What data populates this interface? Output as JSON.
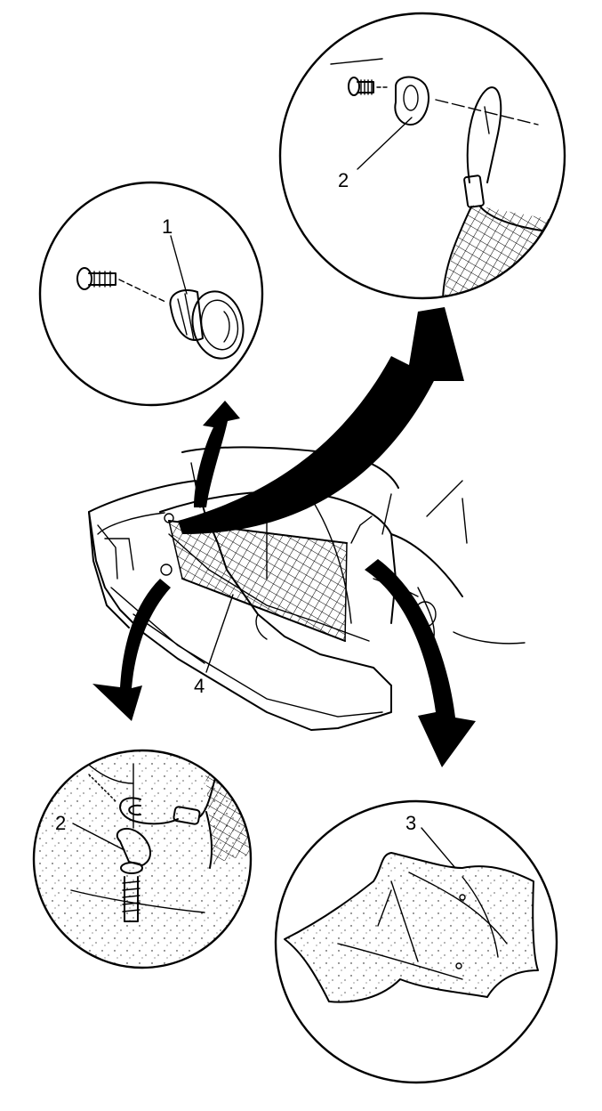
{
  "callouts": {
    "c1": "1",
    "c2_top": "2",
    "c2_bottom": "2",
    "c3": "3",
    "c4": "4"
  }
}
